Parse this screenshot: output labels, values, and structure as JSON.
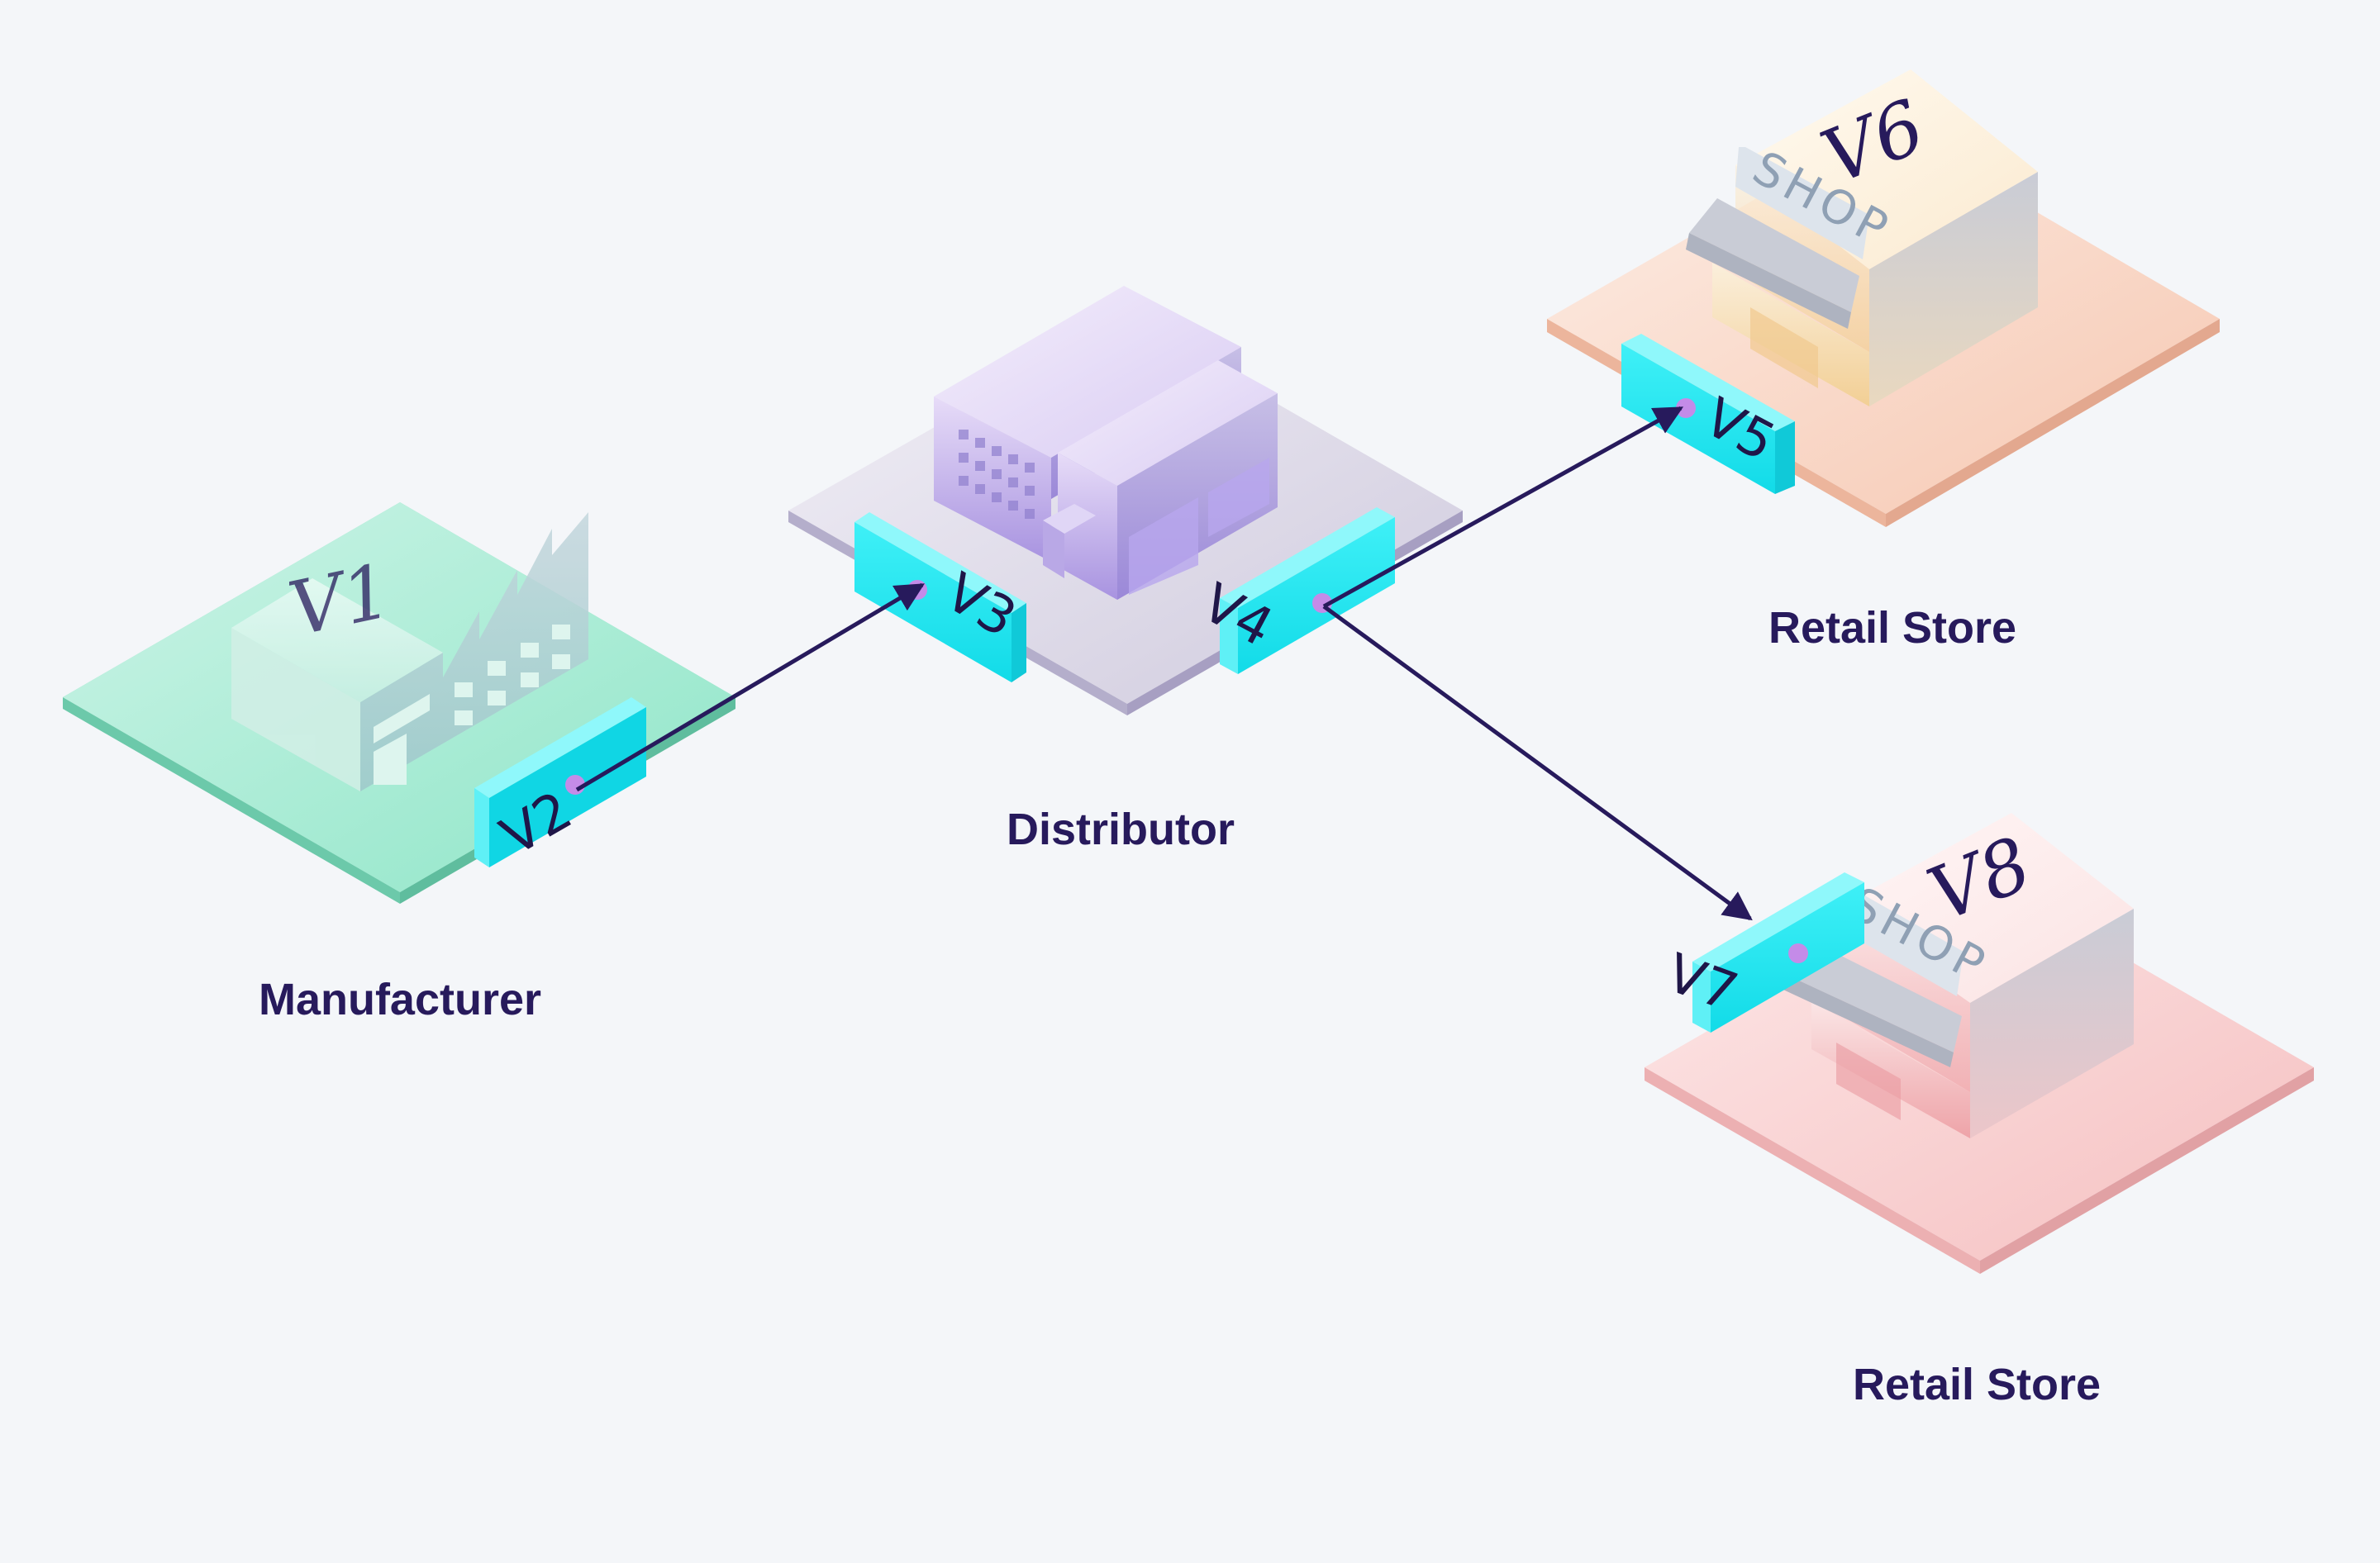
{
  "nodes": {
    "manufacturer": {
      "label": "Manufacturer",
      "building_label": "V1",
      "port": "V2"
    },
    "distributor": {
      "label": "Distributor",
      "ports": [
        "V3",
        "V4"
      ]
    },
    "retail_1": {
      "label": "Retail Store",
      "building_label": "V6",
      "sign": "SHOP",
      "port": "V5"
    },
    "retail_2": {
      "label": "Retail Store",
      "building_label": "V8",
      "sign": "SHOP",
      "port": "V7"
    }
  },
  "edges": [
    {
      "from": "V2",
      "to": "V3"
    },
    {
      "from": "V4",
      "to": "V5"
    },
    {
      "from": "V4",
      "to": "V7"
    }
  ],
  "colors": {
    "background": "#f4f6f9",
    "text": "#271a5c",
    "port": "#22e8f2",
    "arrow": "#271a5c",
    "manufacturer_base": "#8fe6c8",
    "distributor_base": "#cdc8dc",
    "retail_1_base": "#f7cdb8",
    "retail_2_base": "#f6c4c4"
  }
}
